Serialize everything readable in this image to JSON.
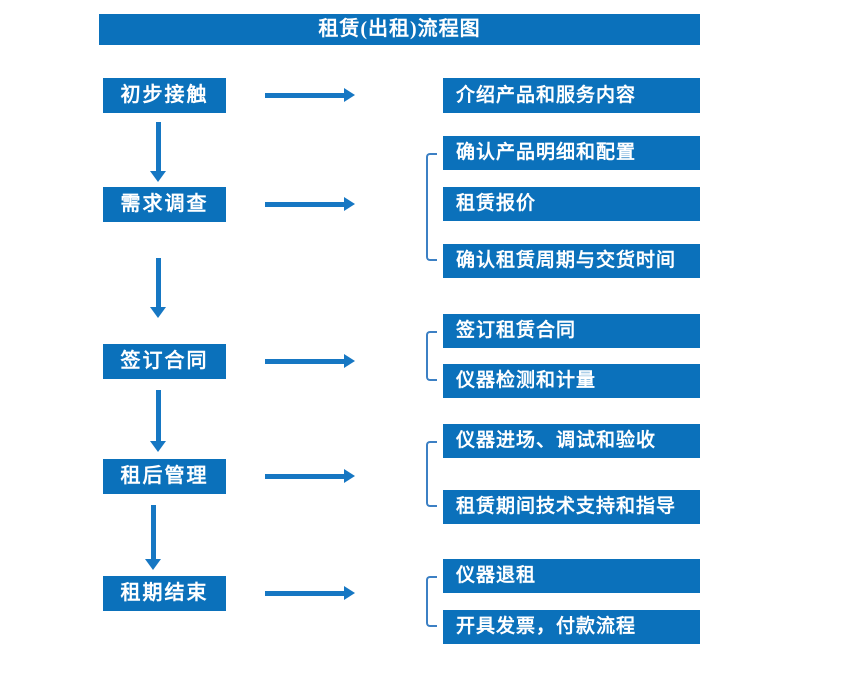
{
  "title": "租赁(出租)流程图",
  "colors": {
    "box_blue": "#0b71bb",
    "arrow_blue": "#1677c3",
    "bracket_blue": "#3c80c4",
    "text_white": "#ffffff"
  },
  "steps": [
    {
      "label": "初步接触",
      "outputs": [
        "介绍产品和服务内容"
      ]
    },
    {
      "label": "需求调查",
      "outputs": [
        "确认产品明细和配置",
        "租赁报价",
        "确认租赁周期与交货时间"
      ]
    },
    {
      "label": "签订合同",
      "outputs": [
        "签订租赁合同",
        "仪器检测和计量"
      ]
    },
    {
      "label": "租后管理",
      "outputs": [
        "仪器进场、调试和验收",
        "租赁期间技术支持和指导"
      ]
    },
    {
      "label": "租期结束",
      "outputs": [
        "仪器退租",
        "开具发票，付款流程"
      ]
    }
  ]
}
